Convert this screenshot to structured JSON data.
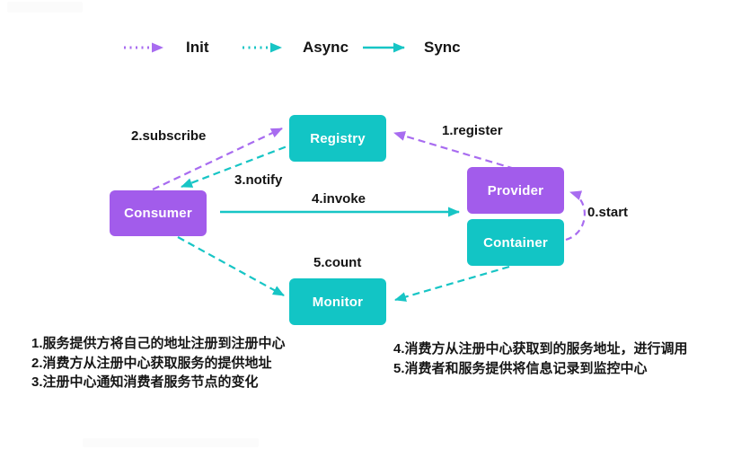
{
  "legend": {
    "items": [
      {
        "id": "init",
        "label": "Init",
        "line_style": "dotted",
        "color": "#a86cf0"
      },
      {
        "id": "async",
        "label": "Async",
        "line_style": "dotted",
        "color": "#17c5c5"
      },
      {
        "id": "sync",
        "label": "Sync",
        "line_style": "solid",
        "color": "#17c5c5"
      }
    ]
  },
  "nodes": {
    "registry": {
      "label": "Registry",
      "color": "#12c5c5"
    },
    "consumer": {
      "label": "Consumer",
      "color": "#a25ceb"
    },
    "provider": {
      "label": "Provider",
      "color": "#a25ceb"
    },
    "container": {
      "label": "Container",
      "color": "#12c5c5"
    },
    "monitor": {
      "label": "Monitor",
      "color": "#12c5c5"
    }
  },
  "edges": {
    "start": {
      "label": "0.start",
      "type": "init",
      "from": "container",
      "to": "provider"
    },
    "register": {
      "label": "1.register",
      "type": "init",
      "from": "provider",
      "to": "registry"
    },
    "subscribe": {
      "label": "2.subscribe",
      "type": "init",
      "from": "consumer",
      "to": "registry"
    },
    "notify": {
      "label": "3.notify",
      "type": "async",
      "from": "registry",
      "to": "consumer"
    },
    "invoke": {
      "label": "4.invoke",
      "type": "sync",
      "from": "consumer",
      "to": "provider"
    },
    "count": {
      "label": "5.count",
      "type": "async",
      "from": "consumer / container",
      "to": "monitor"
    }
  },
  "notes": {
    "left": [
      "1.服务提供方将自己的地址注册到注册中心",
      "2.消费方从注册中心获取服务的提供地址",
      "3.注册中心通知消费者服务节点的变化"
    ],
    "right": [
      "4.消费方从注册中心获取到的服务地址，进行调用",
      "5.消费者和服务提供将信息记录到监控中心"
    ]
  },
  "colors": {
    "teal_box": "#12c5c5",
    "purple_box": "#a25ceb",
    "purple_arrow": "#a86cf0",
    "teal_arrow": "#17c5c5",
    "label_text": "#141414",
    "box_text": "#ffffff",
    "background": "#ffffff"
  }
}
